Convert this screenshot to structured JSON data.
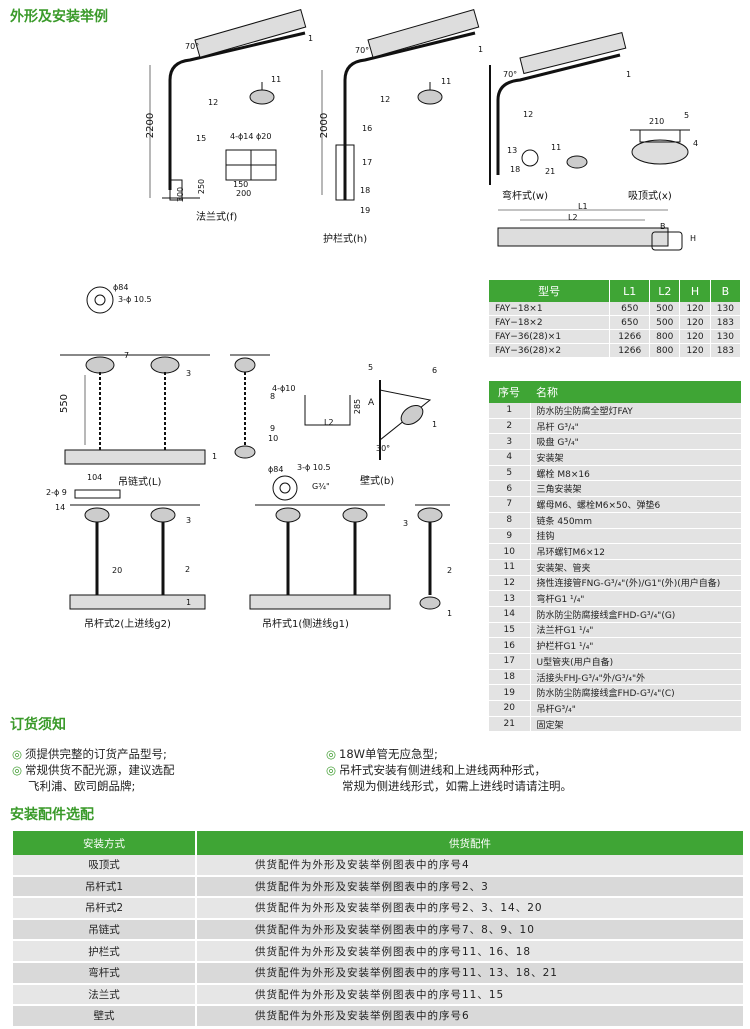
{
  "section_titles": {
    "shape": "外形及安装举例",
    "order": "订货须知",
    "accessory": "安装配件选配"
  },
  "drawing_labels": {
    "flange": "法兰式(f)",
    "guard": "护栏式(h)",
    "bend": "弯杆式(w)",
    "ceiling": "吸顶式(x)",
    "chain": "吊链式(L)",
    "wall": "壁式(b)",
    "rod2": "吊杆式2(上进线g2)",
    "rod1": "吊杆式1(侧进线g1)",
    "d2200": "2200",
    "d2000": "2000",
    "d550": "550",
    "d250": "250",
    "d300": "300",
    "d200": "200",
    "d150": "150",
    "d210": "210",
    "d104": "104",
    "d285": "285",
    "angle70": "70°",
    "angle30": "30°",
    "hole4_14": "4-ϕ14  ϕ20",
    "hole4_10": "4-ϕ10",
    "phi84": "ϕ84",
    "hole3_105": "3-ϕ 10.5",
    "hole2_9": "2-ϕ 9",
    "g34": "G¾\"",
    "L1": "L1",
    "L2": "L2",
    "H": "H",
    "B": "B",
    "A": "A",
    "c1": "1",
    "c2": "2",
    "c3": "3",
    "c4": "4",
    "c5": "5",
    "c6": "6",
    "c7": "7",
    "c8": "8",
    "c9": "9",
    "c10": "10",
    "c11": "11",
    "c12": "12",
    "c13": "13",
    "c14": "14",
    "c15": "15",
    "c16": "16",
    "c17": "17",
    "c18": "18",
    "c19": "19",
    "c20": "20",
    "c21": "21"
  },
  "spec_table": {
    "headers": [
      "型号",
      "L1",
      "L2",
      "H",
      "B"
    ],
    "rows": [
      [
        "FAY−18×1",
        "650",
        "500",
        "120",
        "130"
      ],
      [
        "FAY−18×2",
        "650",
        "500",
        "120",
        "183"
      ],
      [
        "FAY−36(28)×1",
        "1266",
        "800",
        "120",
        "130"
      ],
      [
        "FAY−36(28)×2",
        "1266",
        "800",
        "120",
        "183"
      ]
    ]
  },
  "parts_table": {
    "headers": [
      "序号",
      "名称"
    ],
    "rows": [
      [
        "1",
        "防水防尘防腐全塑灯FAY"
      ],
      [
        "2",
        "吊杆 G³/₄\""
      ],
      [
        "3",
        "吸盘 G³/₄\""
      ],
      [
        "4",
        "安装架"
      ],
      [
        "5",
        "螺栓 M8×16"
      ],
      [
        "6",
        "三角安装架"
      ],
      [
        "7",
        "螺母M6、螺栓M6×50、弹垫6"
      ],
      [
        "8",
        "链条 450mm"
      ],
      [
        "9",
        "挂钩"
      ],
      [
        "10",
        "吊环螺钉M6×12"
      ],
      [
        "11",
        "安装架、管夹"
      ],
      [
        "12",
        "挠性连接管FNG-G³/₄\"(外)/G1\"(外)(用户自备)"
      ],
      [
        "13",
        "弯杆G1 ¹/₄\""
      ],
      [
        "14",
        "防水防尘防腐接线盒FHD-G³/₄\"(G)"
      ],
      [
        "15",
        "法兰杆G1 ¹/₄\""
      ],
      [
        "16",
        "护栏杆G1 ¹/₄\""
      ],
      [
        "17",
        "U型管夹(用户自备)"
      ],
      [
        "18",
        "活接头FHJ-G³/₄\"外/G³/₄\"外"
      ],
      [
        "19",
        "防水防尘防腐接线盒FHD-G³/₄\"(C)"
      ],
      [
        "20",
        "吊杆G³/₄\""
      ],
      [
        "21",
        "固定架"
      ]
    ]
  },
  "order_notes": {
    "left": [
      "须提供完整的订货产品型号;",
      "常规供货不配光源，建议选配",
      "飞利浦、欧司朗品牌;"
    ],
    "right": [
      "18W单管无应急型;",
      "吊杆式安装有侧进线和上进线两种形式，",
      "常规为侧进线形式，如需上进线时请请注明。"
    ]
  },
  "accessory_table": {
    "headers": [
      "安装方式",
      "供货配件"
    ],
    "rows": [
      [
        "吸顶式",
        "供货配件为外形及安装举例图表中的序号4"
      ],
      [
        "吊杆式1",
        "供货配件为外形及安装举例图表中的序号2、3"
      ],
      [
        "吊杆式2",
        "供货配件为外形及安装举例图表中的序号2、3、14、20"
      ],
      [
        "吊链式",
        "供货配件为外形及安装举例图表中的序号7、8、9、10"
      ],
      [
        "护栏式",
        "供货配件为外形及安装举例图表中的序号11、16、18"
      ],
      [
        "弯杆式",
        "供货配件为外形及安装举例图表中的序号11、13、18、21"
      ],
      [
        "法兰式",
        "供货配件为外形及安装举例图表中的序号11、15"
      ],
      [
        "壁式",
        "供货配件为外形及安装举例图表中的序号6"
      ]
    ]
  },
  "colors": {
    "accent": "#3fa535",
    "title_green": "#3a9a2a"
  }
}
